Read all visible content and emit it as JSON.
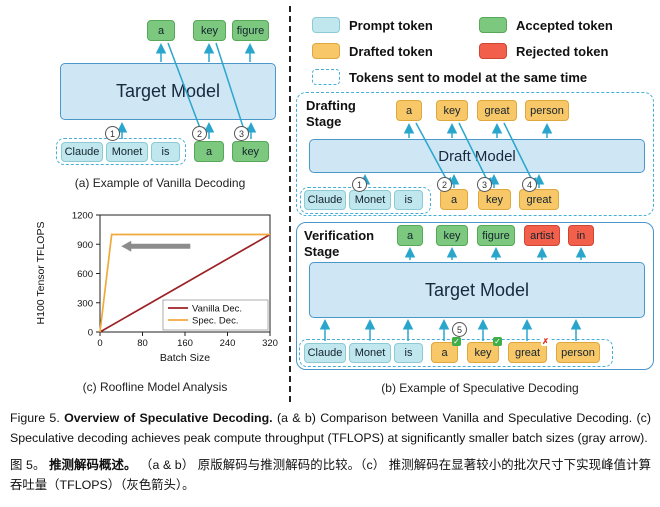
{
  "figure": {
    "panel_a": {
      "outputs": [
        "a",
        "key",
        "figure"
      ],
      "model_label": "Target Model",
      "steps": [
        "1",
        "2",
        "3"
      ],
      "prompt_tokens": [
        "Claude",
        "Monet",
        "is"
      ],
      "generated_inputs": [
        "a",
        "key"
      ],
      "caption": "(a) Example of Vanilla Decoding"
    },
    "panel_c": {
      "caption": "(c) Roofline Model Analysis"
    },
    "legend": {
      "prompt": "Prompt token",
      "accepted": "Accepted token",
      "drafted": "Drafted token",
      "rejected": "Rejected token",
      "dashed_group": "Tokens sent to model at the same time"
    },
    "drafting_stage": {
      "title": "Drafting Stage",
      "outputs": [
        "a",
        "key",
        "great",
        "person"
      ],
      "model_label": "Draft Model",
      "steps": [
        "1",
        "2",
        "3",
        "4"
      ],
      "prompt_tokens": [
        "Claude",
        "Monet",
        "is"
      ],
      "drafted_inputs": [
        "a",
        "key",
        "great"
      ]
    },
    "verification_stage": {
      "title": "Verification Stage",
      "outputs": [
        {
          "text": "a",
          "type": "accepted"
        },
        {
          "text": "key",
          "type": "accepted"
        },
        {
          "text": "figure",
          "type": "accepted"
        },
        {
          "text": "artist",
          "type": "rejected"
        },
        {
          "text": "in",
          "type": "rejected"
        }
      ],
      "model_label": "Target Model",
      "step": "5",
      "inputs": [
        {
          "text": "Claude",
          "type": "prompt"
        },
        {
          "text": "Monet",
          "type": "prompt"
        },
        {
          "text": "is",
          "type": "prompt"
        },
        {
          "text": "a",
          "type": "drafted",
          "mark": "check"
        },
        {
          "text": "key",
          "type": "drafted",
          "mark": "check"
        },
        {
          "text": "great",
          "type": "drafted",
          "mark": "cross"
        },
        {
          "text": "person",
          "type": "drafted"
        }
      ]
    },
    "panel_b_caption": "(b) Example of Speculative Decoding"
  },
  "chart_data": {
    "type": "line",
    "title": "",
    "xlabel": "Batch Size",
    "ylabel": "H100 Tensor TFLOPS",
    "xlim": [
      0,
      320
    ],
    "ylim": [
      0,
      1200
    ],
    "xticks": [
      0,
      80,
      160,
      240,
      320
    ],
    "yticks": [
      0,
      300,
      600,
      900,
      1200
    ],
    "grid": false,
    "legend_position": "lower right",
    "series": [
      {
        "name": "Vanilla Dec.",
        "color": "#9b2226",
        "x": [
          0,
          320
        ],
        "y": [
          0,
          1000
        ]
      },
      {
        "name": "Spec. Dec.",
        "color": "#f2a93b",
        "x": [
          0,
          22,
          320
        ],
        "y": [
          0,
          1000,
          1000
        ]
      }
    ],
    "annotation_arrow": {
      "direction": "left",
      "x_from": 170,
      "x_to": 40,
      "y": 880,
      "color": "#8c8c8c"
    }
  },
  "colors": {
    "prompt_token": "#c0e7ed",
    "accepted_token": "#7dc87f",
    "drafted_token": "#f7c768",
    "rejected_token": "#f2604c",
    "model_fill": "#cfe6f5",
    "model_border": "#4a97c9",
    "flow_arrow": "#2aa6cd",
    "vanilla_line": "#9b2226",
    "spec_line": "#f2a93b",
    "gray_arrow": "#8c8c8c"
  },
  "marks": {
    "check": "✓",
    "cross": "✗"
  },
  "captions": {
    "en_prefix": "Figure 5.",
    "en_bold": "Overview of Speculative Decoding.",
    "en_rest": "(a & b) Comparison between Vanilla and Speculative Decoding. (c) Speculative decoding achieves peak compute throughput (TFLOPS) at significantly smaller batch sizes (gray arrow).",
    "zh_prefix": "图 5。",
    "zh_bold": "推测解码概述。",
    "zh_rest": "（a & b） 原版解码与推测解码的比较。（c） 推测解码在显著较小的批次尺寸下实现峰值计算吞吐量（TFLOPS）（灰色箭头）。"
  }
}
